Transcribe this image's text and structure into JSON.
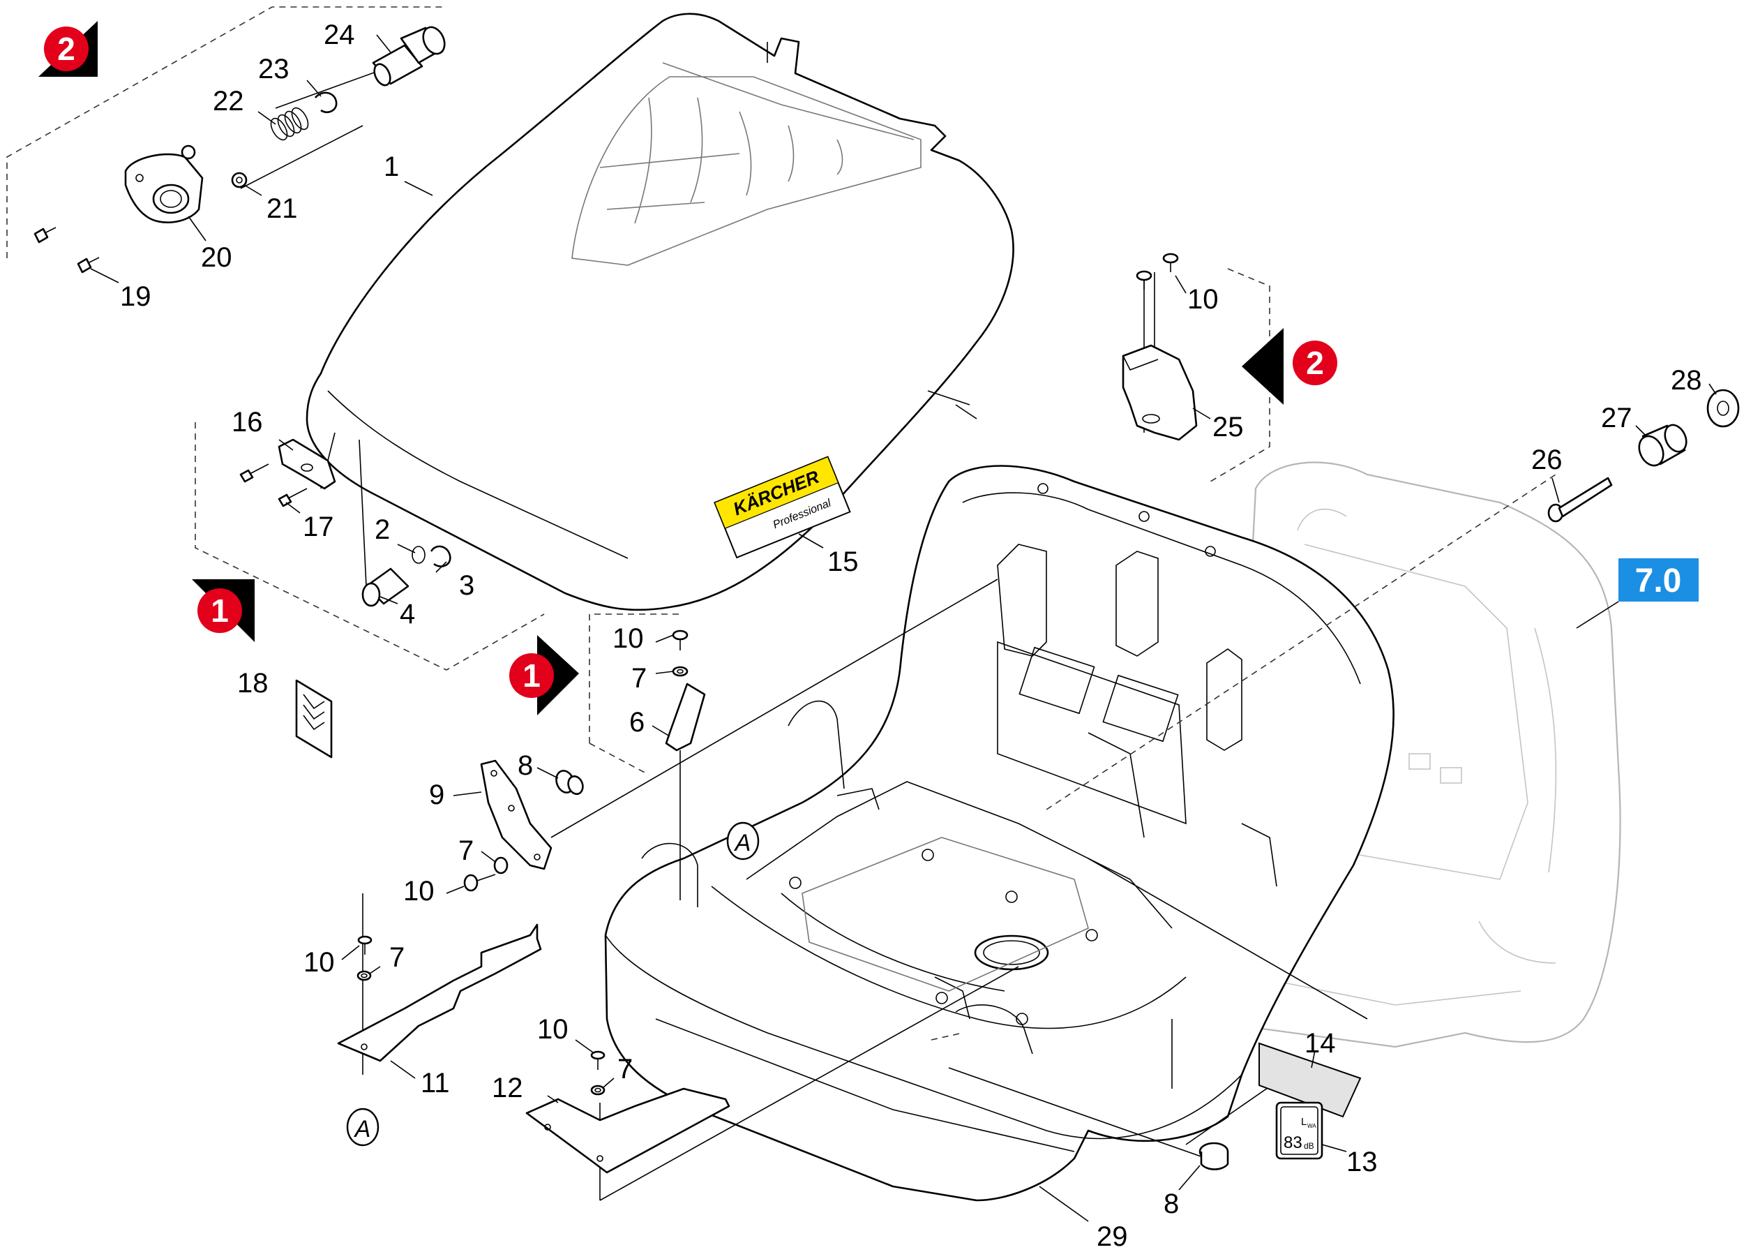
{
  "labels": {
    "p1": "1",
    "p2": "2",
    "p3": "3",
    "p4": "4",
    "p6": "6",
    "p7a": "7",
    "p7b": "7",
    "p7c": "7",
    "p7d": "7",
    "p8a": "8",
    "p8b": "8",
    "p9": "9",
    "p10a": "10",
    "p10b": "10",
    "p10c": "10",
    "p10d": "10",
    "p10e": "10",
    "p11": "11",
    "p12": "12",
    "p13": "13",
    "p14": "14",
    "p15": "15",
    "p16": "16",
    "p17": "17",
    "p18": "18",
    "p19": "19",
    "p20": "20",
    "p21": "21",
    "p22": "22",
    "p23": "23",
    "p24": "24",
    "p25": "25",
    "p26": "26",
    "p27": "27",
    "p28": "28",
    "p29": "29"
  },
  "markers": {
    "m1_left": "1",
    "m1_center": "1",
    "m2_top": "2",
    "m2_right": "2",
    "a_body": "A",
    "a_bottom": "A"
  },
  "ref_box": "7.0",
  "brand": {
    "name": "KÄRCHER",
    "line": "Professional"
  },
  "noise_label": {
    "unit": "L",
    "sub": "WA",
    "value": "83",
    "value_unit": "dB"
  },
  "colors": {
    "marker": "#e2001a",
    "ref_box": "#1a8fe3",
    "brand_yellow": "#ffe600"
  }
}
